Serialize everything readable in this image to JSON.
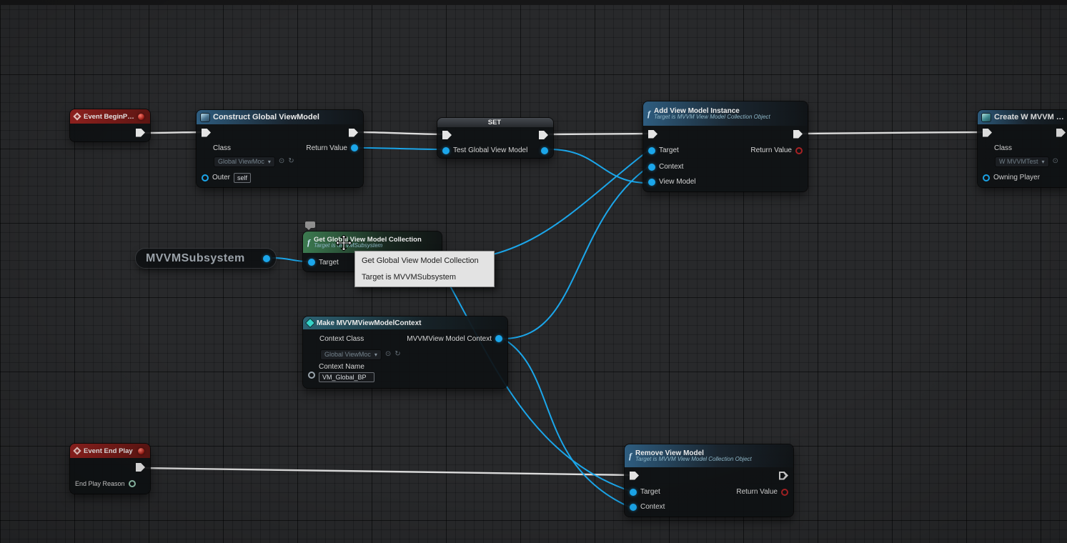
{
  "tooltip": {
    "line1": "Get Global View Model Collection",
    "line2": "Target is MVVMSubsystem"
  },
  "nodes": {
    "event_begin_play": {
      "title": "Event BeginPlay"
    },
    "construct_global_view_model": {
      "title": "Construct Global ViewModel",
      "class_label": "Class",
      "class_value": "Global ViewMoc",
      "return_value_label": "Return Value",
      "outer_label": "Outer",
      "outer_value": "self"
    },
    "set_node": {
      "title": "SET",
      "value_label": "Test Global View Model"
    },
    "add_view_model_instance": {
      "title": "Add View Model Instance",
      "subtitle": "Target is MVVM View Model Collection Object",
      "target_label": "Target",
      "context_label": "Context",
      "view_model_label": "View Model",
      "return_value_label": "Return Value"
    },
    "create_widget": {
      "title": "Create W MVVM Test W",
      "class_label": "Class",
      "class_value": "W MVVMTest",
      "owning_player_label": "Owning Player"
    },
    "mvvm_subsystem": {
      "title": "MVVMSubsystem"
    },
    "get_global_view_model_collection": {
      "title": "Get Global View Model Collection",
      "subtitle": "Target is MVVMSubsystem",
      "target_label": "Target"
    },
    "make_mvvm_view_model_context": {
      "title": "Make MVVMViewModelContext",
      "context_class_label": "Context Class",
      "context_class_value": "Global ViewMoc",
      "output_label": "MVVMView Model Context",
      "context_name_label": "Context Name",
      "context_name_value": "VM_Global_BP"
    },
    "event_end_play": {
      "title": "Event End Play",
      "end_play_reason_label": "End Play Reason"
    },
    "remove_view_model": {
      "title": "Remove View Model",
      "subtitle": "Target is MVVM View Model Collection Object",
      "target_label": "Target",
      "context_label": "Context",
      "return_value_label": "Return Value"
    }
  },
  "colors": {
    "exec_wire": "#dcdcdc",
    "object_wire": "#1ba6ea",
    "bool_pin": "#a82224",
    "enum_pin": "#93c4ae",
    "event_header": "#8f1f1c",
    "function_header": "#2e5d80",
    "pure_function_header": "#3c7a50"
  }
}
